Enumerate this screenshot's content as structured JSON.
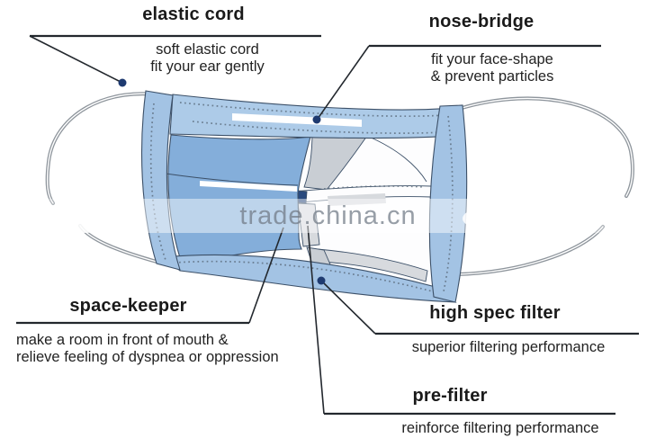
{
  "diagram": {
    "watermark": "trade.china.cn",
    "labels": {
      "elastic_cord": {
        "title": "elastic cord",
        "line1": "soft elastic cord",
        "line2": "fit your ear gently"
      },
      "nose_bridge": {
        "title": "nose-bridge",
        "line1": "fit your face-shape",
        "line2": "& prevent particles"
      },
      "space_keeper": {
        "title": "space-keeper",
        "line1": "make a room in front of mouth &",
        "line2": "relieve feeling of dyspnea or oppression"
      },
      "high_spec_filter": {
        "title": "high spec filter",
        "line1": "superior filtering performance"
      },
      "pre_filter": {
        "title": "pre-filter",
        "line1": "reinforce filtering performance"
      }
    },
    "colors": {
      "background": "#ffffff",
      "mask_blue_light": "#adcbe8",
      "mask_blue_mid": "#84aeda",
      "mask_blue_band": "#a3c3e4",
      "layer_gray": "#c9ced4",
      "strip_gray": "#d7dade",
      "outline": "#3c5068",
      "stitch": "#5a6a7a",
      "cord": "#8e959c",
      "navy_tab": "#2a4a7e",
      "leader": "#23282e",
      "dot_navy": "#1e3a70",
      "watermark_text": "#868e98",
      "label_text": "#1a1a1a"
    }
  }
}
